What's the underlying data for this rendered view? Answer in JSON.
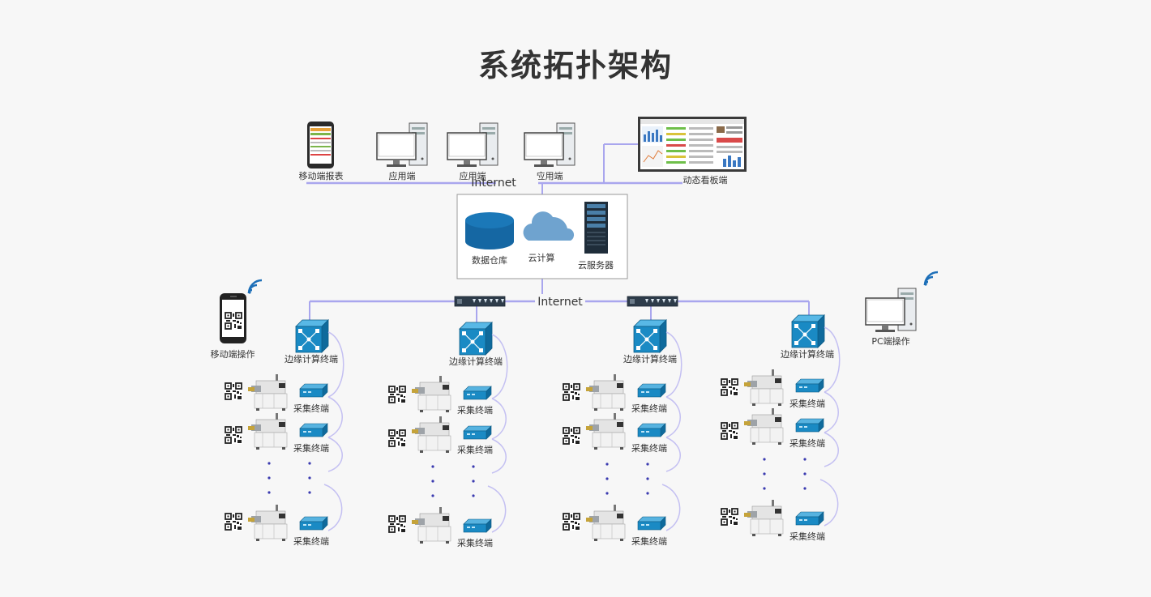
{
  "title": "系统拓扑架构",
  "labels": {
    "mobile_report": "移动端报表",
    "app_client": "应用端",
    "internet": "Internet",
    "dashboard": "动态看板端",
    "data_warehouse": "数据仓库",
    "cloud_computing": "云计算",
    "cloud_server": "云服务器",
    "mobile_operation": "移动端操作",
    "pc_operation": "PC端操作",
    "edge_terminal": "边缘计算终端",
    "collect_terminal": "采集终端"
  },
  "colors": {
    "line": "#a9a6ee",
    "loop": "#c4c0f2",
    "blue_device": "#1a7ab0",
    "cloud": "#6fa3cf",
    "dot": "#3b3bb0"
  }
}
